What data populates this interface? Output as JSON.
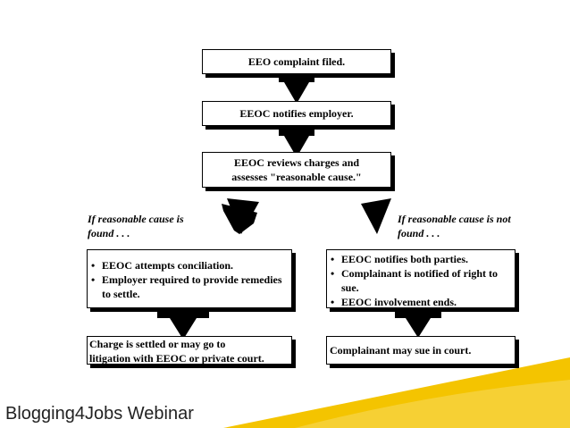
{
  "steps": {
    "filed": "EEO complaint filed.",
    "notifies": "EEOC notifies employer.",
    "reviews_line1": "EEOC reviews charges and",
    "reviews_line2": "assesses \"reasonable cause.\""
  },
  "branches": {
    "yes_condition_line1": "If reasonable cause is",
    "yes_condition_line2": "found . . .",
    "no_condition_line1": "If reasonable cause is not",
    "no_condition_line2": "found . . ."
  },
  "yes_path": {
    "items": [
      "EEOC attempts conciliation.",
      "Employer required to provide remedies to settle."
    ],
    "outcome_line1": "Charge is settled or may go to",
    "outcome_line2": "litigation with EEOC or private court."
  },
  "no_path": {
    "items": [
      "EEOC notifies both parties.",
      "Complainant is notified of right to sue.",
      "EEOC involvement ends."
    ],
    "outcome": "Complainant may sue in court."
  },
  "footer": {
    "brand": "Blogging4Jobs Webinar"
  },
  "colors": {
    "band": "#f4c400",
    "ink": "#000000"
  }
}
